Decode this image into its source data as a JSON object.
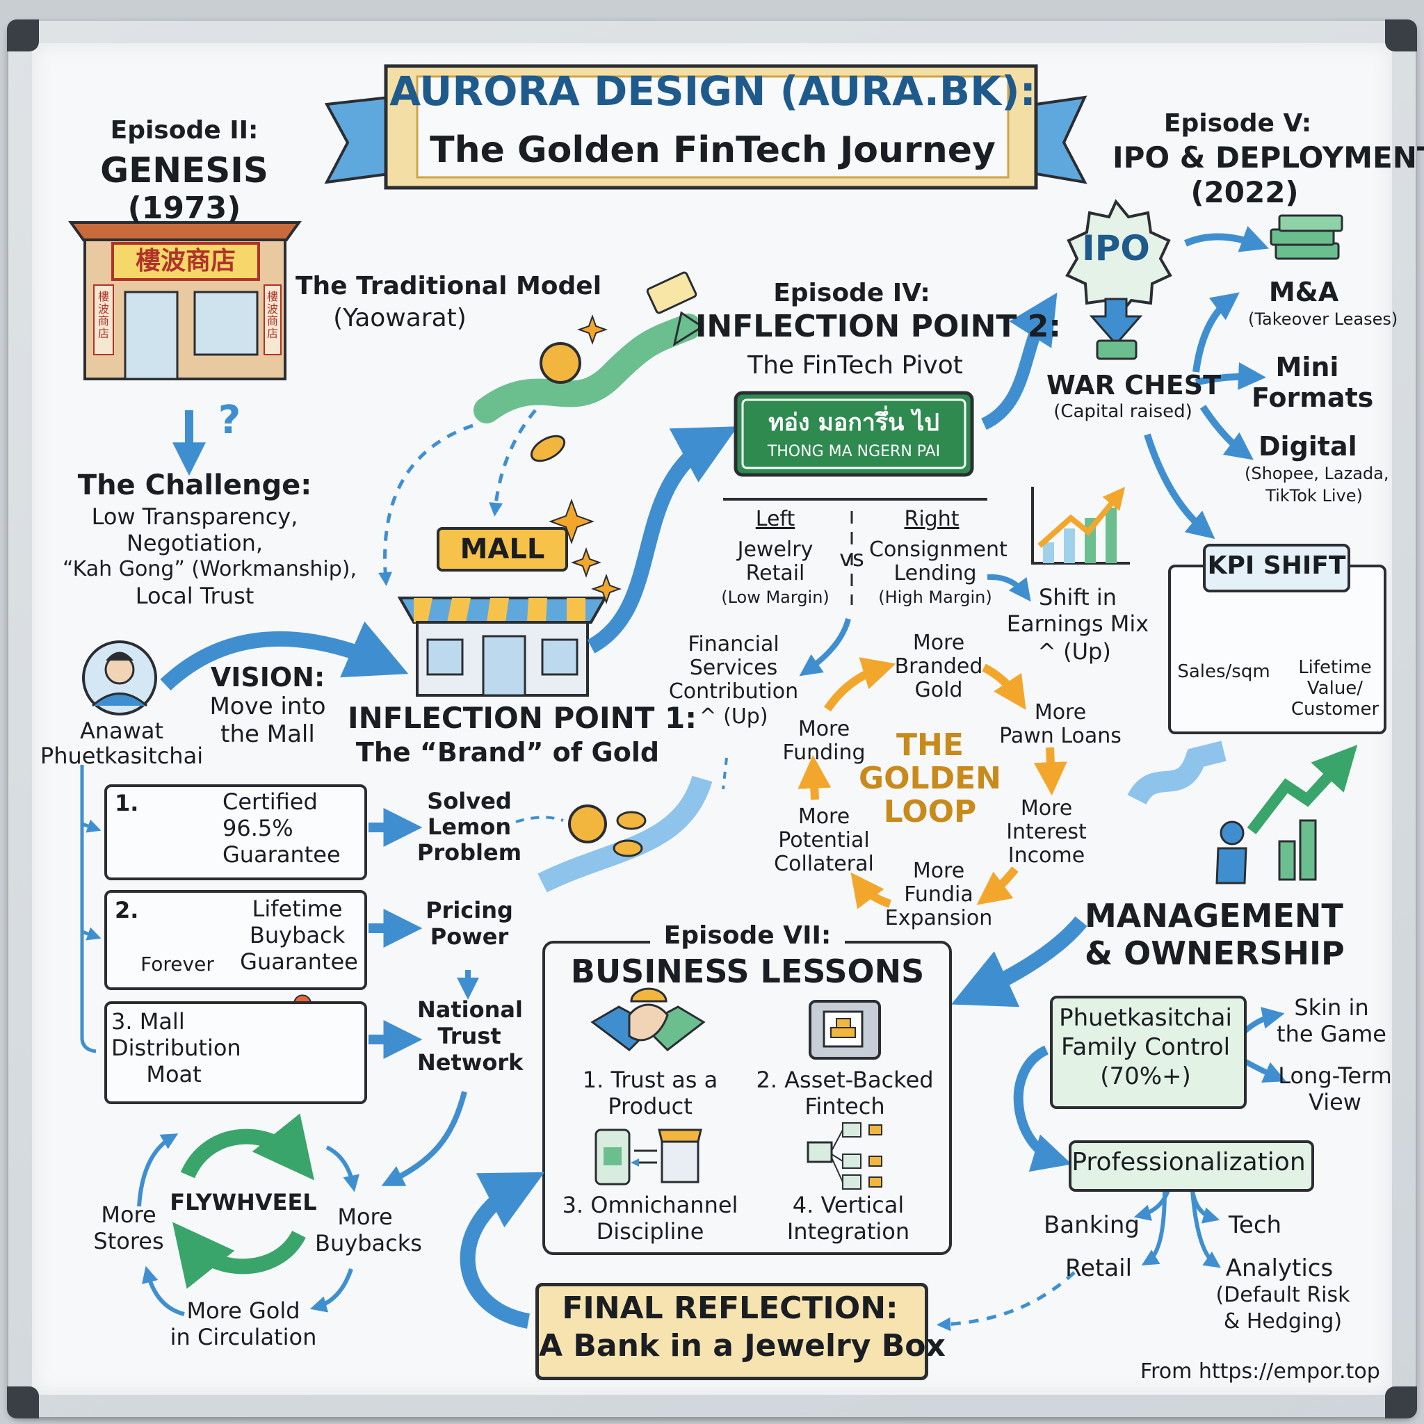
{
  "title": {
    "line1": "AURORA DESIGN (AURA.BK):",
    "line2": "The Golden FinTech Journey"
  },
  "episode2": {
    "label": "Episode II:",
    "title": "GENESIS",
    "year": "(1973)",
    "shop_sign": "樓波商店",
    "side_left": "樓波商店",
    "side_right": "樓波商店"
  },
  "traditional": {
    "line1": "The Traditional Model",
    "line2": "(Yaowarat)"
  },
  "challenge": {
    "question": "?",
    "title": "The Challenge:",
    "l1": "Low Transparency,",
    "l2": "Negotiation,",
    "l3": "“Kah Gong” (Workmanship),",
    "l4": "Local Trust"
  },
  "founder": {
    "first": "Anawat",
    "last": "Phuetkasitchai"
  },
  "vision": {
    "title": "VISION:",
    "l1": "Move into",
    "l2": "the Mall"
  },
  "mall": {
    "sign": "MALL"
  },
  "inflection1": {
    "title": "INFLECTION POINT 1:",
    "subtitle": "The “Brand” of Gold"
  },
  "pillars": [
    {
      "num": "1.",
      "l1": "Certified",
      "l2": "96.5%",
      "l3": "Guarantee",
      "result_l1": "Solved",
      "result_l2": "Lemon",
      "result_l3": "Problem"
    },
    {
      "num": "2.",
      "l1": "Lifetime",
      "l2": "Buyback",
      "l3": "Guarantee",
      "icon_label": "Forever",
      "result_l1": "Pricing",
      "result_l2": "Power"
    },
    {
      "num": "3. Mall",
      "l1": "Distribution",
      "l2": "Moat",
      "result_l1": "National",
      "result_l2": "Trust",
      "result_l3": "Network"
    }
  ],
  "flywheel": {
    "title": "FLYWHVEEL",
    "nodes": {
      "stores_l1": "More",
      "stores_l2": "Stores",
      "buybacks_l1": "More",
      "buybacks_l2": "Buybacks",
      "gold_l1": "More Gold",
      "gold_l2": "in Circulation"
    }
  },
  "episode4": {
    "label": "Episode IV:",
    "title": "INFLECTION POINT 2:",
    "subtitle": "The FinTech Pivot",
    "sign_thai": "ทอ่ง มอการึ่น ไป",
    "sign_en": "THONG MA NGERN PAI"
  },
  "split": {
    "left": {
      "head": "Left",
      "l1": "Jewelry",
      "l2": "Retail",
      "l3": "(Low Margin)"
    },
    "vs": "vs",
    "right": {
      "head": "Right",
      "l1": "Consignment",
      "l2": "Lending",
      "l3": "(High Margin)"
    }
  },
  "earnings": {
    "l1": "Shift in",
    "l2": "Earnings Mix",
    "l3": "^ (Up)"
  },
  "financial": {
    "l1": "Financial",
    "l2": "Services",
    "l3": "Contribution",
    "l4": "^ (Up)"
  },
  "golden_loop": {
    "title_l1": "THE",
    "title_l2": "GOLDEN",
    "title_l3": "LOOP",
    "n_branded_l1": "More",
    "n_branded_l2": "Branded",
    "n_branded_l3": "Gold",
    "n_pawn_l1": "More",
    "n_pawn_l2": "Pawn Loans",
    "n_interest_l1": "More",
    "n_interest_l2": "Interest",
    "n_interest_l3": "Income",
    "n_expansion_l1": "More",
    "n_expansion_l2": "Fundia",
    "n_expansion_l3": "Expansion",
    "n_collateral_l1": "More",
    "n_collateral_l2": "Potential",
    "n_collateral_l3": "Collateral",
    "n_funding_l1": "More",
    "n_funding_l2": "Funding"
  },
  "episode5": {
    "label": "Episode V:",
    "title": "IPO & DEPLOYMENT",
    "year": "(2022)",
    "seal": "IPO"
  },
  "warchest": {
    "title": "WAR CHEST",
    "sub": "(Capital raised)"
  },
  "deploy": {
    "ma": "M&A",
    "ma_sub": "(Takeover Leases)",
    "mini_l1": "Mini",
    "mini_l2": "Formats",
    "digital": "Digital",
    "digital_l1": "(Shopee, Lazada,",
    "digital_l2": "TikTok Live)"
  },
  "kpi": {
    "title": "KPI SHIFT",
    "old": "Sales/sqm",
    "new_l1": "Lifetime",
    "new_l2": "Value/",
    "new_l3": "Customer"
  },
  "management": {
    "title_l1": "MANAGEMENT",
    "title_l2": "& OWNERSHIP",
    "family_l1": "Phuetkasitchai",
    "family_l2": "Family Control",
    "family_l3": "(70%+)",
    "skin_l1": "Skin in",
    "skin_l2": "the Game",
    "long_l1": "Long-Term",
    "long_l2": "View",
    "prof": "Professionalization",
    "banking": "Banking",
    "retail": "Retail",
    "tech": "Tech",
    "analytics_l1": "Analytics",
    "analytics_l2": "(Default Risk",
    "analytics_l3": "& Hedging)"
  },
  "lessons": {
    "label": "Episode VII:",
    "title": "BUSINESS LESSONS",
    "l1a": "1. Trust as a",
    "l1b": "Product",
    "l2a": "2. Asset-Backed",
    "l2b": "Fintech",
    "l3a": "3. Omnichannel",
    "l3b": "Discipline",
    "l4a": "4. Vertical",
    "l4b": "Integration"
  },
  "final": {
    "l1": "FINAL REFLECTION:",
    "l2": "A Bank in a Jewelry Box"
  },
  "source": "From https://empor.top",
  "colors": {
    "arrow_blue": "#3f8fd0",
    "gold": "#f2a72c",
    "green": "#3aa56a",
    "title_blue": "#1f5a8c",
    "banner_gold": "#f3dfa5"
  }
}
